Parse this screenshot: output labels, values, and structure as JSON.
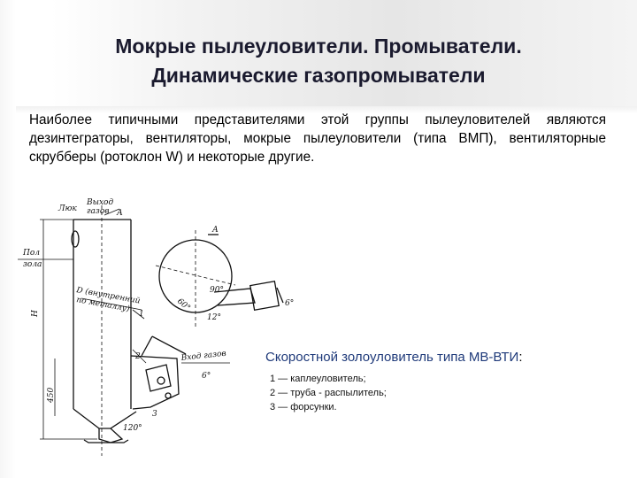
{
  "slide": {
    "title_line1": "Мокрые пылеуловители. Промыватели.",
    "title_line2": "Динамические газопромыватели",
    "body": "Наиболее типичными представителями этой группы пылеуловителей являются дезинтеграторы, вентиляторы, мокрые пылеуловители (типа ВМП), вентиляторные скрубберы (ротоклон W) и некоторые другие."
  },
  "figure": {
    "labels": {
      "hatch": "Люк",
      "gas_out_1": "Выход",
      "gas_out_2": "газов",
      "a_top": "А",
      "a_circle": "А",
      "floor_1": "Пол",
      "floor_2": "зола",
      "inner_1": "D (внутренний",
      "inner_2": "по металлу)",
      "h": "H",
      "dim_450": "450",
      "gas_in": "Вход газов",
      "num_1": "1",
      "num_2": "2",
      "num_3": "3",
      "angle_90": "90°",
      "angle_12": "12°",
      "angle_6a": "6°",
      "angle_6b": "6°",
      "angle_120": "120°",
      "label_60": "60°"
    }
  },
  "caption": {
    "title": "Скоростной золоуловитель типа МВ-ВТИ",
    "title_suffix": ":",
    "items": [
      "1 — каплеуловитель;",
      "2 — труба - распылитель;",
      "3 — форсунки."
    ]
  }
}
